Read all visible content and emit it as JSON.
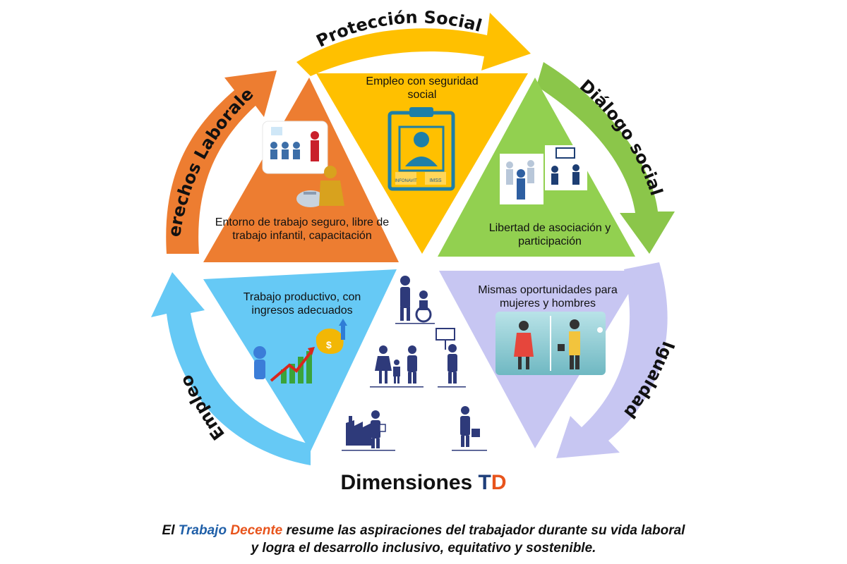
{
  "ring_labels": {
    "proteccion": "Protección Social",
    "dialogo": "Diálogo social",
    "igualdad": "Igualdad",
    "empleo": "Empleo",
    "derechos": "Derechos Laborales"
  },
  "segments": {
    "top": "Empleo con seguridad social",
    "upper_right": "Libertad de asociación y participación",
    "lower_right": "Mismas oportunidades para mujeres y hombres",
    "lower_left": "Trabajo productivo, con ingresos adecuados",
    "upper_left": "Entorno de trabajo seguro, libre de trabajo infantil, capacitación"
  },
  "logos": {
    "infonavit": "INFONAVIT",
    "imss": "IMSS"
  },
  "title": {
    "prefix": "Dimensiones ",
    "t": "T",
    "d": "D"
  },
  "footer": {
    "line1_pre": "El ",
    "trabajo": "Trabajo",
    "decente": "Decente",
    "line1_post": " resume las aspiraciones del trabajador durante su vida laboral",
    "line2": "y logra el desarrollo inclusivo, equitativo y sostenible."
  },
  "colors": {
    "orange": "#ed7d31",
    "yellow": "#ffc000",
    "green": "#92d050",
    "lavender": "#c7c6f2",
    "blue": "#66c9f5",
    "navy": "#2e3a7a",
    "title_t": "#1f3f7a",
    "title_d": "#e8541c"
  }
}
